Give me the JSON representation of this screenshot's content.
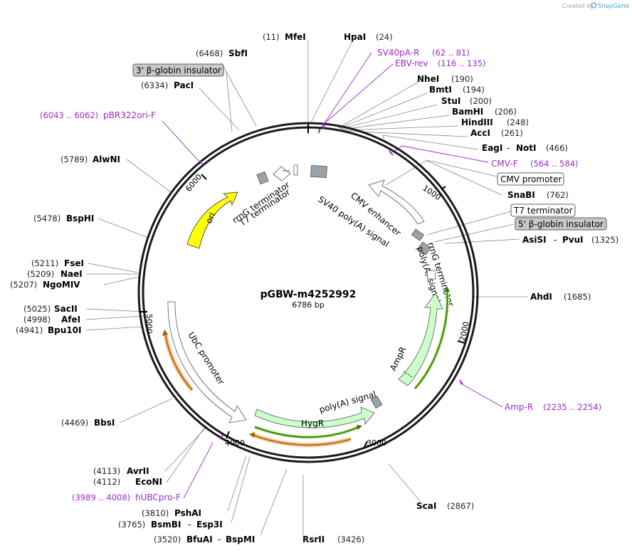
{
  "plasmid": {
    "name": "pGBW-m4252992",
    "size": "6786 bp"
  },
  "credit": {
    "prefix": "Created by",
    "brand": "SnapGene"
  },
  "ticks": [
    "1000",
    "2000",
    "3000",
    "4000",
    "5000",
    "6000"
  ],
  "sites": [
    {
      "pos": "(11)",
      "name": "MfeI"
    },
    {
      "pos": "(24)",
      "name": "HpaI"
    },
    {
      "pos": "(190)",
      "name": "NheI"
    },
    {
      "pos": "(194)",
      "name": "BmtI"
    },
    {
      "pos": "(200)",
      "name": "StuI"
    },
    {
      "pos": "(206)",
      "name": "BamHI"
    },
    {
      "pos": "(248)",
      "name": "HindIII"
    },
    {
      "pos": "(261)",
      "name": "AccI"
    },
    {
      "pos": "(466)",
      "name": "EagI",
      "name2": "NotI"
    },
    {
      "pos": "(762)",
      "name": "SnaBI"
    },
    {
      "pos": "(1325)",
      "name": "AsiSI",
      "name2": "PvuI"
    },
    {
      "pos": "(1685)",
      "name": "AhdI"
    },
    {
      "pos": "(2867)",
      "name": "ScaI"
    },
    {
      "pos": "(3426)",
      "name": "RsrII"
    },
    {
      "pos": "(3520)",
      "name": "BfuAI",
      "name2": "BspMI"
    },
    {
      "pos": "(3765)",
      "name": "BsmBI",
      "name2": "Esp3I"
    },
    {
      "pos": "(3810)",
      "name": "PshAI"
    },
    {
      "pos": "(4112)",
      "name": "EcoNI"
    },
    {
      "pos": "(4113)",
      "name": "AvrII"
    },
    {
      "pos": "(4469)",
      "name": "BbsI"
    },
    {
      "pos": "(4941)",
      "name": "Bpu10I"
    },
    {
      "pos": "(4998)",
      "name": "AfeI"
    },
    {
      "pos": "(5025)",
      "name": "SacII"
    },
    {
      "pos": "(5207)",
      "name": "NgoMIV"
    },
    {
      "pos": "(5209)",
      "name": "NaeI"
    },
    {
      "pos": "(5211)",
      "name": "FseI"
    },
    {
      "pos": "(5478)",
      "name": "BspHI"
    },
    {
      "pos": "(5789)",
      "name": "AlwNI"
    },
    {
      "pos": "(6334)",
      "name": "PacI"
    },
    {
      "pos": "(6468)",
      "name": "SbfI"
    }
  ],
  "primers": [
    {
      "name": "SV40pA-R",
      "range": "(62 .. 81)"
    },
    {
      "name": "EBV-rev",
      "range": "(116 .. 135)"
    },
    {
      "name": "CMV-F",
      "range": "(564 .. 584)"
    },
    {
      "name": "Amp-R",
      "range": "(2235 .. 2254)"
    },
    {
      "name": "hUBCpro-F",
      "range": "(3989 .. 4008)"
    },
    {
      "name": "pBR322ori-F",
      "range": "(6043 .. 6062)"
    }
  ],
  "boxed_labels": {
    "cmv_promoter": "CMV promoter",
    "t7_terminator": "T7 terminator",
    "beta_globin_5": "5' β-globin insulator",
    "beta_globin_3": "3' β-globin insulator"
  },
  "features": {
    "ori": "ori",
    "rrng_term_top": "rrnG terminator",
    "t7_term_top": "T7 terminator",
    "sv40_polya": "SV40 poly(A) signal",
    "cmv_enhancer": "CMV enhancer",
    "rrng_term_right": "rrnG terminator",
    "polya_right": "poly(A) signal",
    "ampr": "AmpR",
    "ubc_promoter": "UbC promoter",
    "polya_bottom": "poly(A) signal",
    "hygr": "HygR"
  },
  "colors": {
    "backbone": "#1a1a1a",
    "primer": "#9b2bd0",
    "ori": "#ffff00",
    "resistance": "#ccffcc",
    "orf_green": "#3b7a0e",
    "orf_orange": "#f6c38b",
    "grey_feature": "#9aa3a9"
  }
}
